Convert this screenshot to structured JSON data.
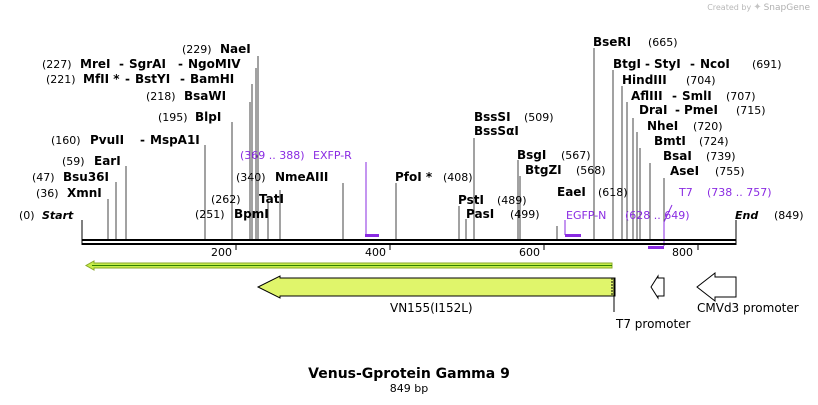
{
  "credit": {
    "prefix": "Created by",
    "brand": "SnapGene"
  },
  "map_title": "Venus-Gprotein Gamma 9",
  "map_length": "849 bp",
  "axis": {
    "seq_length": 849,
    "start_label": "Start",
    "start_pos": "(0)",
    "end_label": "End",
    "end_pos": "(849)",
    "ticks": [
      "200",
      "400",
      "600",
      "800"
    ]
  },
  "sites": [
    {
      "name": "XmnI",
      "pos": "(36)"
    },
    {
      "name": "Bsu36I",
      "pos": "(47)"
    },
    {
      "name": "EarI",
      "pos": "(59)"
    },
    {
      "name": "PvuII",
      "name2": "MspA1I",
      "pos": "(160)"
    },
    {
      "name": "BlpI",
      "pos": "(195)"
    },
    {
      "name": "BsaWI",
      "pos": "(218)"
    },
    {
      "name": "MfII *",
      "name2": "BstYI",
      "name3": "BamHI",
      "pos": "(221)"
    },
    {
      "name": "MreI",
      "name2": "SgrAI",
      "name3": "NgoMIV",
      "pos": "(227)"
    },
    {
      "name": "NaeI",
      "pos": "(229)"
    },
    {
      "name": "BpmI",
      "pos": "(251)"
    },
    {
      "name": "TatI",
      "pos": "(262)"
    },
    {
      "name": "NmeAIII",
      "pos": "(340)"
    },
    {
      "name": "PfoI *",
      "pos": "(408)"
    },
    {
      "name": "PstI",
      "pos": "(489)"
    },
    {
      "name": "PasI",
      "pos": "(499)"
    },
    {
      "name": "BssSI",
      "name2": "BssSαI",
      "pos": "(509)"
    },
    {
      "name": "BsgI",
      "pos": "(567)"
    },
    {
      "name": "BtgZI",
      "pos": "(568)"
    },
    {
      "name": "EaeI",
      "pos": "(618)"
    },
    {
      "name": "BseRI",
      "pos": "(665)"
    },
    {
      "name": "BtgI",
      "name2": "StyI",
      "name3": "NcoI",
      "pos": "(691)"
    },
    {
      "name": "HindIII",
      "pos": "(704)"
    },
    {
      "name": "AflIII",
      "name2": "SmlI",
      "pos": "(707)"
    },
    {
      "name": "DraI",
      "name2": "PmeI",
      "pos": "(715)"
    },
    {
      "name": "NheI",
      "pos": "(720)"
    },
    {
      "name": "BmtI",
      "pos": "(724)"
    },
    {
      "name": "BsaI",
      "pos": "(739)"
    },
    {
      "name": "AseI",
      "pos": "(755)"
    }
  ],
  "primers": [
    {
      "name": "EXFP-R",
      "range": "(369 .. 388)"
    },
    {
      "name": "EGFP-N",
      "range": "(628 .. 649)"
    },
    {
      "name": "T7",
      "range": "(738 .. 757)"
    }
  ],
  "features": [
    {
      "name": "VN155(I152L)",
      "type": "CDS"
    },
    {
      "name": "T7 promoter",
      "type": "promoter"
    },
    {
      "name": "CMVd3 promoter",
      "type": "promoter"
    }
  ],
  "colors": {
    "enzyme_text": "#000000",
    "position_text": "#000000",
    "primer": "#8a2be2",
    "cds_fill": "#e0f56b",
    "cds_stroke": "#000000",
    "orf_fill": "#c7ee49",
    "orf_stroke": "#8aa82a",
    "backbone": "#000000"
  }
}
